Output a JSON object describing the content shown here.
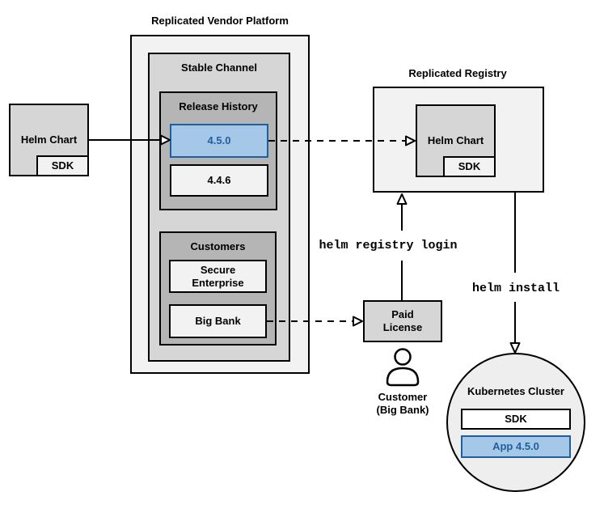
{
  "colors": {
    "highlight_fill": "#a6c8e8",
    "highlight_accent": "#1f5f9e",
    "container_light": "#f2f2f2",
    "container_mid": "#d6d6d6",
    "container_dark": "#b5b5b5",
    "line": "#000000"
  },
  "source_chart": {
    "label": "Helm Chart",
    "sdk": "SDK"
  },
  "vendor_platform": {
    "title": "Replicated Vendor Platform",
    "stable_channel": {
      "label": "Stable Channel",
      "release_history": {
        "label": "Release History",
        "releases": [
          {
            "version": "4.5.0",
            "highlighted": true
          },
          {
            "version": "4.4.6",
            "highlighted": false
          }
        ]
      },
      "customers": {
        "label": "Customers",
        "items": [
          {
            "name": "Secure Enterprise"
          },
          {
            "name": "Big Bank"
          }
        ]
      }
    }
  },
  "registry": {
    "title": "Replicated Registry",
    "helm_chart": {
      "label": "Helm Chart",
      "sdk": "SDK"
    }
  },
  "paid_license": {
    "label": "Paid License"
  },
  "customer": {
    "label": "Customer (Big Bank)"
  },
  "commands": {
    "registry_login": "helm registry login",
    "install": "helm install"
  },
  "cluster": {
    "title": "Kubernetes Cluster",
    "sdk": "SDK",
    "app": "App 4.5.0"
  }
}
